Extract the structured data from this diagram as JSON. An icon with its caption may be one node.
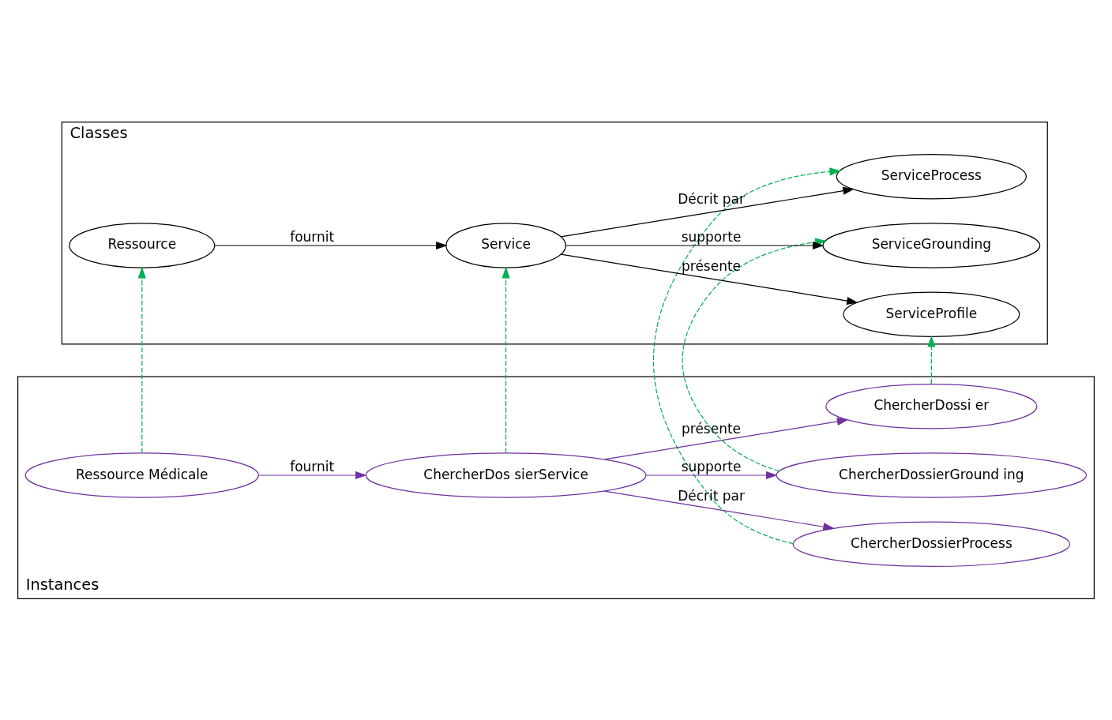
{
  "diagram": {
    "nodes": [
      {
        "text": [
          "Classes"
        ]
      },
      {
        "text": [
          "Ressource"
        ],
        "in": 0
      },
      {
        "text": [
          "Service"
        ],
        "in": 0
      },
      {
        "text": [
          "ServiceProfile"
        ],
        "in": 0
      },
      {
        "text": [
          "ServiceGrounding"
        ],
        "in": 0
      },
      {
        "text": [
          "ServiceProcess"
        ],
        "in": 0
      },
      {
        "text": [
          "Instances"
        ]
      },
      {
        "text": [
          "ChercherDossierProcess"
        ],
        "in": 6
      },
      {
        "text": [
          "Ressource Médicale"
        ],
        "in": 6
      },
      {
        "text": [
          "ChercherDos sierService"
        ],
        "in": 6
      },
      {
        "text": [
          "ChercherDossierGround ing"
        ],
        "in": 6
      },
      {
        "text": [
          "ChercherDossi er"
        ],
        "in": 6
      }
    ],
    "edges": [
      {
        "from": 1,
        "to": 2,
        "arrow": "to",
        "label": "fournit",
        "color": "#000000"
      },
      {
        "from": 2,
        "to": 3,
        "arrow": "to",
        "label": "présente",
        "color": "#000000"
      },
      {
        "from": 2,
        "to": 4,
        "arrow": "to",
        "label": "supporte",
        "color": "#000000"
      },
      {
        "from": 2,
        "to": 5,
        "arrow": "to",
        "label": "Décrit par",
        "color": "#000000"
      },
      {
        "from": 8,
        "to": 1,
        "arrow": "to",
        "style": "dashed",
        "color": "#00b050"
      },
      {
        "from": 9,
        "to": 2,
        "arrow": "to",
        "style": "dashed",
        "color": "#00b050"
      },
      {
        "from": 7,
        "to": 5,
        "arrow": "to",
        "style": "dashed",
        "color": "#00b050"
      },
      {
        "from": 10,
        "to": 4,
        "arrow": "to",
        "style": "dashed",
        "color": "#00b050"
      },
      {
        "from": 11,
        "to": 3,
        "arrow": "to",
        "style": "dashed",
        "color": "#00b050"
      },
      {
        "from": 8,
        "to": 9,
        "arrow": "to",
        "label": "fournit",
        "color": "#7030a0"
      },
      {
        "from": 9,
        "to": 7,
        "arrow": "to",
        "label": "Décrit par",
        "color": "#7030a0"
      },
      {
        "from": 9,
        "to": 10,
        "arrow": "to",
        "label": "supporte",
        "color": "#7030a0"
      },
      {
        "from": 9,
        "to": 11,
        "arrow": "to",
        "label": "présente",
        "color": "#7030a0"
      }
    ]
  }
}
